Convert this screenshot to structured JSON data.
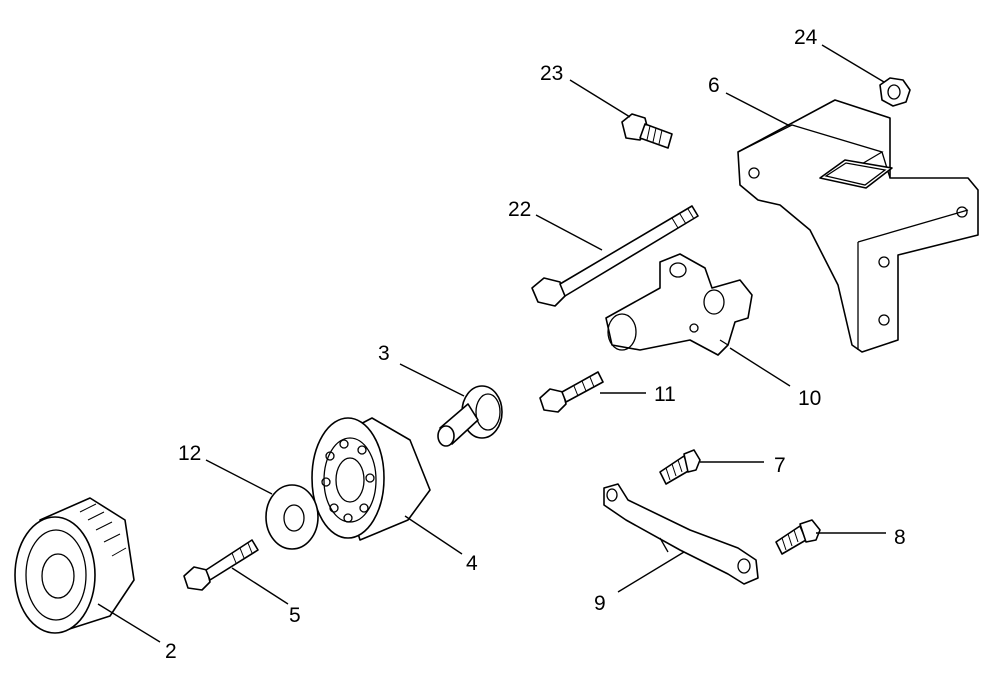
{
  "diagram": {
    "callouts": [
      {
        "id": "label-2",
        "text": "2"
      },
      {
        "id": "label-3",
        "text": "3"
      },
      {
        "id": "label-4",
        "text": "4"
      },
      {
        "id": "label-5",
        "text": "5"
      },
      {
        "id": "label-6",
        "text": "6"
      },
      {
        "id": "label-7",
        "text": "7"
      },
      {
        "id": "label-8",
        "text": "8"
      },
      {
        "id": "label-9",
        "text": "9"
      },
      {
        "id": "label-10",
        "text": "10"
      },
      {
        "id": "label-11",
        "text": "11"
      },
      {
        "id": "label-12",
        "text": "12"
      },
      {
        "id": "label-22",
        "text": "22"
      },
      {
        "id": "label-23",
        "text": "23"
      },
      {
        "id": "label-24",
        "text": "24"
      }
    ]
  }
}
